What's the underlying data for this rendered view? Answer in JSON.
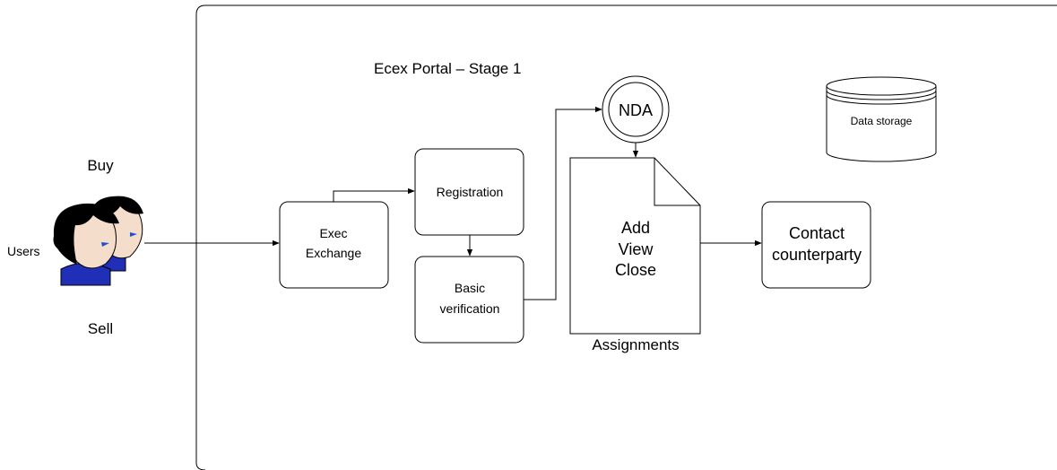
{
  "portal": {
    "title": "Ecex Portal – Stage 1"
  },
  "actors": {
    "buy_label": "Buy",
    "users_label": "Users",
    "sell_label": "Sell",
    "icon": "users-icon"
  },
  "nodes": {
    "exec_exchange": [
      "Exec",
      "Exchange"
    ],
    "registration": "Registration",
    "basic_verification": [
      "Basic",
      "verification"
    ],
    "nda": "NDA",
    "assignments_doc": [
      "Add",
      "View",
      "Close"
    ],
    "assignments_label": "Assignments",
    "contact": [
      "Contact",
      "counterparty"
    ],
    "data_storage": "Data storage"
  },
  "colors": {
    "stroke": "#000000",
    "background": "#ffffff",
    "hair": "#000000",
    "skin": "#f5ddcb",
    "shirt": "#1f2fb8",
    "eye": "#1f4fd8"
  }
}
